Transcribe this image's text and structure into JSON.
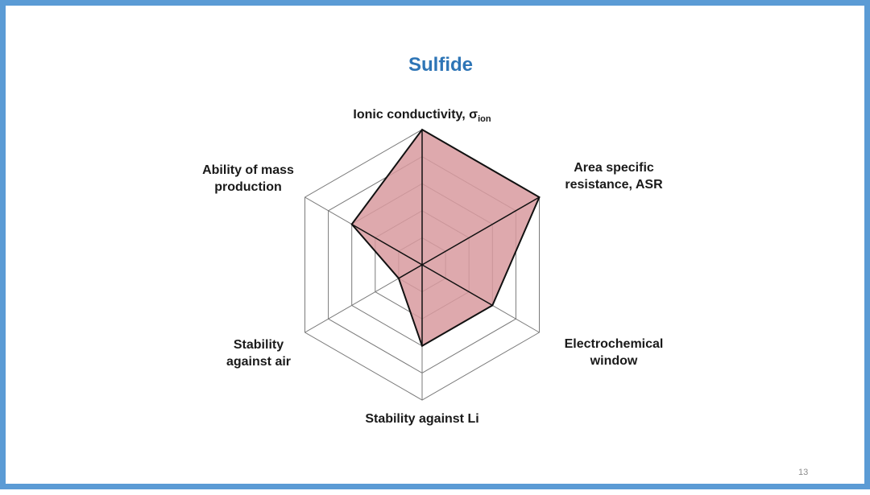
{
  "slide": {
    "title": "Sulfide",
    "page_number": "13"
  },
  "colors": {
    "border": "#5b9bd5",
    "title": "#2e75b6",
    "fill": "#d89a9f",
    "grid": "#7a7a7a",
    "outline": "#111111"
  },
  "chart_data": {
    "type": "radar",
    "title": "Sulfide",
    "axes": [
      {
        "label": [
          "Ionic conductivity, σ"
        ],
        "subscript": "ion"
      },
      {
        "label": [
          "Area specific",
          "resistance, ASR"
        ]
      },
      {
        "label": [
          "Electrochemical",
          "window"
        ]
      },
      {
        "label": [
          "Stability against Li"
        ]
      },
      {
        "label": [
          "Stability",
          "against air"
        ]
      },
      {
        "label": [
          "Ability of mass",
          "production"
        ]
      }
    ],
    "levels": 5,
    "range": [
      0,
      5
    ],
    "series": [
      {
        "values": [
          5,
          5,
          3,
          3,
          1,
          3
        ]
      }
    ]
  }
}
